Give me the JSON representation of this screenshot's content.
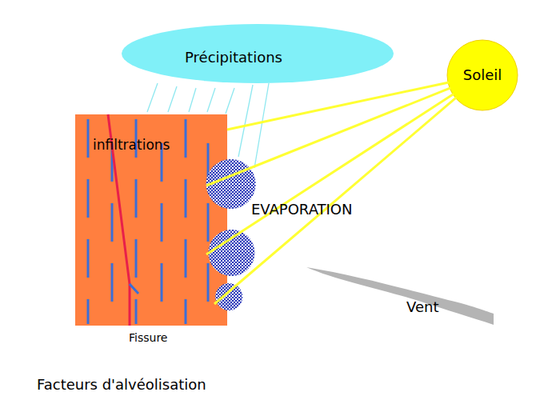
{
  "diagram": {
    "caption": "Facteurs d'alvéolisation",
    "nodes": [
      {
        "text": [
          "Précipitations"
        ]
      },
      {
        "text": [
          "Soleil"
        ]
      },
      {
        "text": [
          "infiltrations"
        ]
      }
    ],
    "edges": [
      {
        "from": 1,
        "to": 2,
        "arrow": "none"
      },
      {
        "from": 1,
        "to": 2,
        "arrow": "none"
      },
      {
        "from": 1,
        "to": 2,
        "arrow": "none"
      },
      {
        "from": 1,
        "to": 2,
        "arrow": "none"
      }
    ],
    "labels": [
      "EVAPORATION",
      "Vent",
      "Fissure"
    ]
  }
}
